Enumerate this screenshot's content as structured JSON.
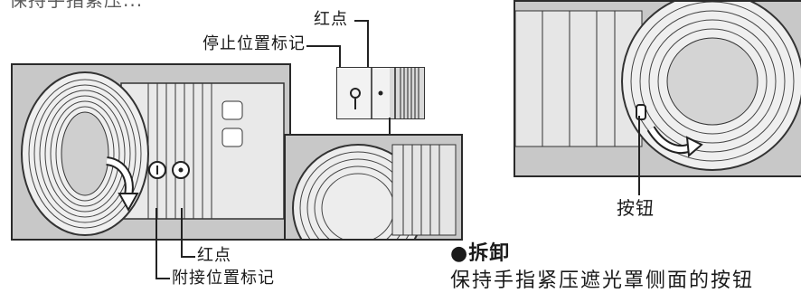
{
  "top_fragment": "保持手指紧压...",
  "left_figure": {
    "callouts": {
      "red_dot_top": "红点",
      "stop_mark": "停止位置标记",
      "red_dot_bottom": "红点",
      "attach_mark": "附接位置标记"
    }
  },
  "right_figure": {
    "button_label": "按钮"
  },
  "section": {
    "bullet": "●",
    "heading": "拆卸",
    "text": "保持手指紧压遮光罩侧面的按钮"
  }
}
